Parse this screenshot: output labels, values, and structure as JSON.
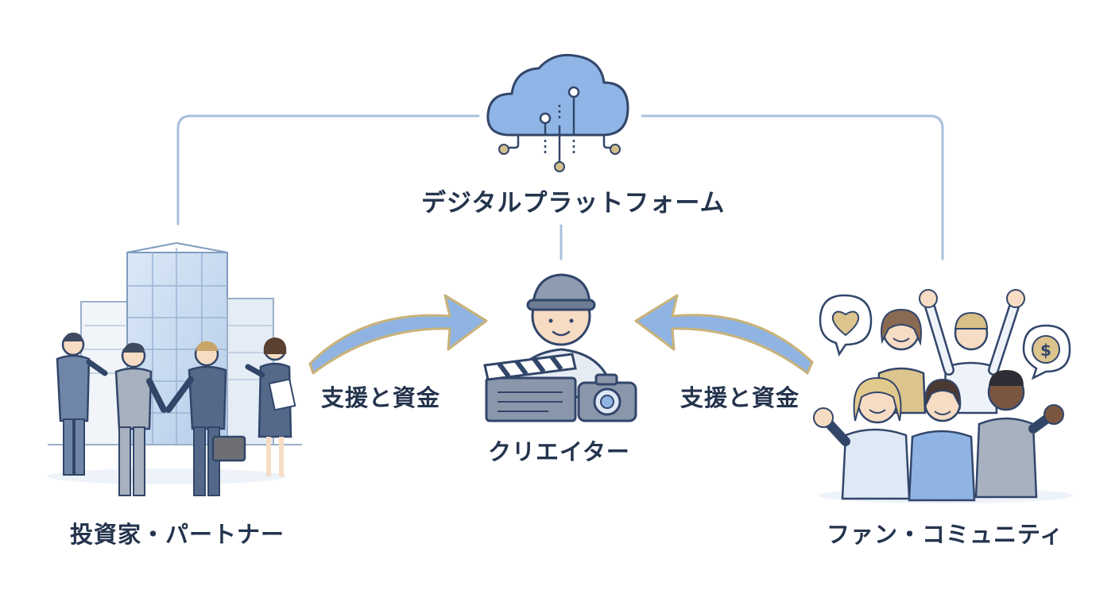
{
  "nodes": {
    "platform": "デジタルプラットフォーム",
    "creator": "クリエイター",
    "investors": "投資家・パートナー",
    "fans": "ファン・コミュニティ"
  },
  "flows": {
    "left": "支援と資金",
    "right": "支援と資金"
  },
  "icons": {
    "platform": "cloud-network-icon",
    "creator": "creator-person-icon",
    "clapperboard": "clapperboard-icon",
    "camera": "camera-icon",
    "investors": "business-people-building-icon",
    "fans": "cheering-crowd-icon",
    "heart_bubble": "heart-speech-bubble-icon",
    "coin_bubble": "dollar-coin-speech-bubble-icon"
  },
  "colors": {
    "line": "#a9c0dc",
    "arrow_fill": "#8fb4e3",
    "arrow_outline": "#c9b27a",
    "text": "#24344d",
    "cloud": "#8fb5e6"
  }
}
